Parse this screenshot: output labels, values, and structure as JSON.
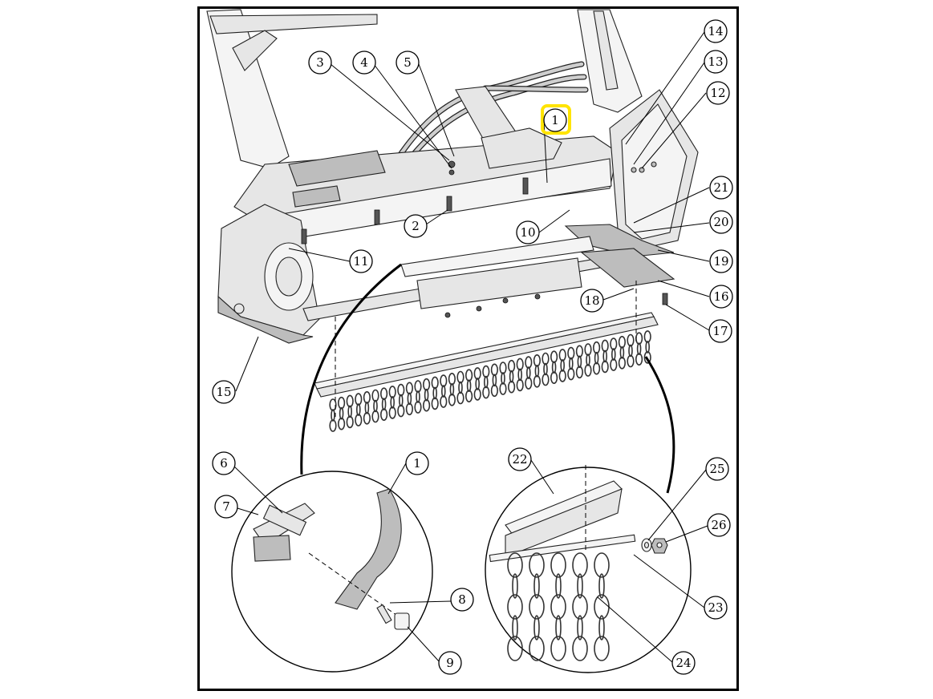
{
  "figure": {
    "type": "exploded parts diagram",
    "highlight_color": "#ffe400",
    "highlighted_callout": "1"
  },
  "callouts": [
    {
      "id": "c1-top",
      "label": "1",
      "highlight": true
    },
    {
      "id": "c2",
      "label": "2"
    },
    {
      "id": "c3",
      "label": "3"
    },
    {
      "id": "c4",
      "label": "4"
    },
    {
      "id": "c5",
      "label": "5"
    },
    {
      "id": "c6",
      "label": "6"
    },
    {
      "id": "c7",
      "label": "7"
    },
    {
      "id": "c1-detail",
      "label": "1"
    },
    {
      "id": "c8",
      "label": "8"
    },
    {
      "id": "c9",
      "label": "9"
    },
    {
      "id": "c10",
      "label": "10"
    },
    {
      "id": "c11",
      "label": "11"
    },
    {
      "id": "c12",
      "label": "12"
    },
    {
      "id": "c13",
      "label": "13"
    },
    {
      "id": "c14",
      "label": "14"
    },
    {
      "id": "c15",
      "label": "15"
    },
    {
      "id": "c16",
      "label": "16"
    },
    {
      "id": "c17",
      "label": "17"
    },
    {
      "id": "c18",
      "label": "18"
    },
    {
      "id": "c19",
      "label": "19"
    },
    {
      "id": "c20",
      "label": "20"
    },
    {
      "id": "c21",
      "label": "21"
    },
    {
      "id": "c22",
      "label": "22"
    },
    {
      "id": "c23",
      "label": "23"
    },
    {
      "id": "c24",
      "label": "24"
    },
    {
      "id": "c25",
      "label": "25"
    },
    {
      "id": "c26",
      "label": "26"
    }
  ]
}
